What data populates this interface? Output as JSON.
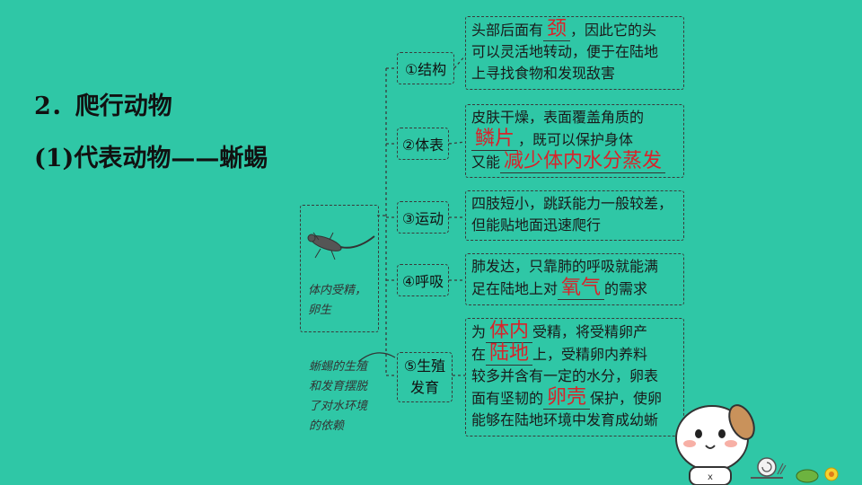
{
  "heading": {
    "line1": "2．爬行动物",
    "line2": "(1)代表动物——蜥蜴"
  },
  "animal_note": {
    "line1": "体内受精，",
    "line2": "卵生"
  },
  "repro_note": {
    "line1": "蜥蜴的生殖",
    "line2": "和发育摆脱",
    "line3": "了对水环境",
    "line4": "的依赖"
  },
  "categories": {
    "structure": "①结构",
    "surface": "②体表",
    "movement": "③运动",
    "breathing": "④呼吸",
    "repro_1": "⑤生殖",
    "repro_2": "发育"
  },
  "structure_box": {
    "t1": "头部后面有",
    "a1": "颈",
    "t2": "，因此它的头",
    "line2": "可以灵活地转动，便于在陆地",
    "line3": "上寻找食物和发现敌害"
  },
  "surface_box": {
    "line1": "皮肤干燥，表面覆盖角质的",
    "a1": "鳞片",
    "t2": "，既可以保护身体",
    "t3": "又能",
    "a2": "减少体内水分蒸发"
  },
  "movement_box": {
    "line1": "四肢短小，跳跃能力一般较差，",
    "line2": "但能贴地面迅速爬行"
  },
  "breathing_box": {
    "line1": "肺发达，只靠肺的呼吸就能满",
    "t1": "足在陆地上对",
    "a1": "氧气",
    "t2": "的需求"
  },
  "repro_box": {
    "t1": "为",
    "a1": "体内",
    "t2": "受精，将受精卵产",
    "t3": "在",
    "a2": "陆地",
    "t4": "上，受精卵内养料",
    "line3": "较多并含有一定的水分，卵表",
    "t5": "面有坚韧的",
    "a3": "卵壳",
    "t6": "保护，使卵",
    "line5": "能够在陆地环境中发育成幼蜥"
  }
}
